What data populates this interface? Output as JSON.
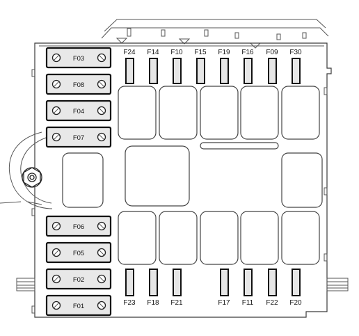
{
  "maxi_fuses_top": [
    {
      "id": "F03"
    },
    {
      "id": "F08"
    },
    {
      "id": "F04"
    },
    {
      "id": "F07"
    }
  ],
  "maxi_fuses_bottom": [
    {
      "id": "F06"
    },
    {
      "id": "F05"
    },
    {
      "id": "F02"
    },
    {
      "id": "F01"
    }
  ],
  "mini_fuses_top": [
    "F24",
    "F14",
    "F10",
    "F15",
    "F19",
    "F16",
    "F09",
    "F30"
  ],
  "mini_fuses_bottom": [
    "F23",
    "F18",
    "F21",
    "F17",
    "F11",
    "F22",
    "F20"
  ]
}
